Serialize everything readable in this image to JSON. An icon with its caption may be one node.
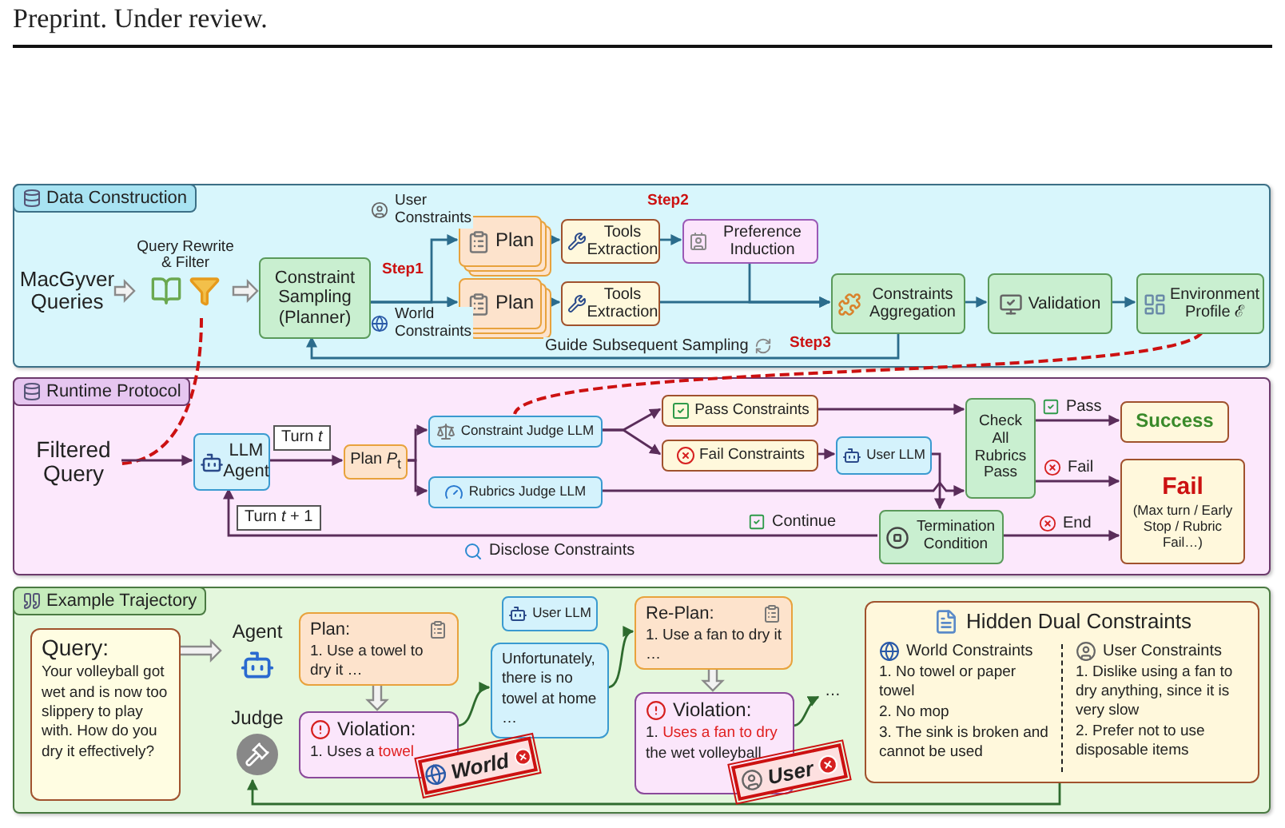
{
  "diagram": {
    "nodes": [
      {
        "text": [
          "Data Construction"
        ]
      },
      {
        "text": [
          "MacGyver Queries"
        ],
        "in": 0
      },
      {
        "text": [
          "Query Rewrite & Filter"
        ],
        "in": 0
      },
      {
        "text": [
          "Constraint Sampling (Planner)"
        ],
        "in": 0
      },
      {
        "text": [
          "Plan"
        ],
        "in": 0
      },
      {
        "text": [
          "Plan"
        ],
        "in": 0
      },
      {
        "text": [
          "Tools Extraction"
        ],
        "in": 0
      },
      {
        "text": [
          "Tools Extraction"
        ],
        "in": 0
      },
      {
        "text": [
          "Preference Induction"
        ],
        "in": 0
      },
      {
        "text": [
          "Constraints Aggregation"
        ],
        "in": 0
      },
      {
        "text": [
          "Validation"
        ],
        "in": 0
      },
      {
        "text": [
          "Environment Profile ℰ"
        ],
        "in": 0
      },
      {
        "text": [
          "Runtime Protocol"
        ]
      },
      {
        "text": [
          "Filtered Query"
        ],
        "in": 12
      },
      {
        "text": [
          "LLM Agent"
        ],
        "in": 12
      },
      {
        "text": [
          "Plan *P*$_{t}$"
        ],
        "in": 12
      },
      {
        "text": [
          "Constraint Judge LLM"
        ],
        "in": 12
      },
      {
        "text": [
          "Rubrics Judge LLM"
        ],
        "in": 12
      },
      {
        "text": [
          "Pass Constraints"
        ],
        "in": 12
      },
      {
        "text": [
          "Fail Constraints"
        ],
        "in": 12
      },
      {
        "text": [
          "User LLM"
        ],
        "in": 12
      },
      {
        "text": [
          "Check All Rubrics Pass"
        ],
        "in": 12
      },
      {
        "text": [
          "Success"
        ],
        "in": 12
      },
      {
        "text": [
          "Fail",
          "(Max turn / Early Stop / Rubric Fail…)"
        ],
        "in": 12
      },
      {
        "text": [
          "Termination Condition"
        ],
        "in": 12
      },
      {
        "text": [
          "Example Trajectory"
        ]
      },
      {
        "text": [
          "Query:",
          "Your volleyball got wet and is now too slippery to play with. How do you dry it effectively?"
        ],
        "in": 25
      },
      {
        "text": [
          "Agent"
        ],
        "in": 25
      },
      {
        "text": [
          "Judge"
        ],
        "in": 25
      },
      {
        "text": [
          "Plan:",
          "1. Use a towel to dry it …"
        ],
        "in": 25
      },
      {
        "text": [
          "Violation:",
          "1. Uses a *towel*"
        ],
        "in": 25
      },
      {
        "text": [
          "World"
        ],
        "in": 25
      },
      {
        "text": [
          "User LLM"
        ],
        "in": 25
      },
      {
        "text": [
          "Unfortunately, there is no towel at home …"
        ],
        "in": 25
      },
      {
        "text": [
          "Re-Plan:",
          "1. Use a fan to dry it …"
        ],
        "in": 25
      },
      {
        "text": [
          "Violation:",
          "1. *Uses a fan to dry* the wet volleyball"
        ],
        "in": 25
      },
      {
        "text": [
          "User"
        ],
        "in": 25
      },
      {
        "text": [
          "Hidden Dual Constraints",
          "World Constraints",
          "1. No towel or paper towel",
          "2. No mop",
          "3. The sink is broken and cannot be used",
          "User Constraints",
          "1. Dislike using a fan to dry anything, since it is very slow",
          "2. Prefer not to use disposable items"
        ],
        "in": 25
      }
    ],
    "edges": [
      {
        "from": 1,
        "to": 2,
        "arrow": "to",
        "style": "thick",
        "color": "#8a8a8a"
      },
      {
        "from": 2,
        "to": 3,
        "arrow": "to",
        "style": "thick",
        "color": "#8a8a8a"
      },
      {
        "from": 3,
        "to": 4,
        "arrow": "to",
        "label": "User Constraints",
        "color": "#2b6c8c"
      },
      {
        "from": 3,
        "to": 5,
        "arrow": "to",
        "label": "World Constraints",
        "color": "#2b6c8c"
      },
      {
        "from": 4,
        "to": 6,
        "arrow": "to",
        "color": "#2b6c8c"
      },
      {
        "from": 5,
        "to": 7,
        "arrow": "to",
        "color": "#2b6c8c"
      },
      {
        "from": 6,
        "to": 8,
        "arrow": "to",
        "color": "#2b6c8c"
      },
      {
        "from": 8,
        "to": 9,
        "arrow": "to",
        "color": "#2b6c8c"
      },
      {
        "from": 7,
        "to": 9,
        "arrow": "to",
        "color": "#2b6c8c"
      },
      {
        "from": 9,
        "to": 10,
        "arrow": "to",
        "color": "#2b6c8c"
      },
      {
        "from": 10,
        "to": 11,
        "arrow": "to",
        "color": "#2b6c8c"
      },
      {
        "from": 9,
        "to": 3,
        "arrow": "to",
        "label": "Guide Subsequent Sampling",
        "color": "#2b6c8c"
      },
      {
        "from": 2,
        "to": 13,
        "arrow": "none",
        "style": "dashed",
        "color": "#cc1111"
      },
      {
        "from": 11,
        "to": 16,
        "arrow": "none",
        "style": "dashed",
        "color": "#cc1111"
      },
      {
        "from": 13,
        "to": 14,
        "arrow": "to"
      },
      {
        "from": 14,
        "to": 15,
        "arrow": "to",
        "label": "Turn *t*"
      },
      {
        "from": 15,
        "to": 16,
        "arrow": "to"
      },
      {
        "from": 15,
        "to": 17,
        "arrow": "to"
      },
      {
        "from": 16,
        "to": 18,
        "arrow": "to"
      },
      {
        "from": 16,
        "to": 19,
        "arrow": "to"
      },
      {
        "from": 18,
        "to": 21,
        "arrow": "to"
      },
      {
        "from": 19,
        "to": 20,
        "arrow": "to"
      },
      {
        "from": 20,
        "to": 24,
        "arrow": "to"
      },
      {
        "from": 17,
        "to": 21,
        "arrow": "to"
      },
      {
        "from": 21,
        "to": 22,
        "arrow": "to",
        "label": "Pass"
      },
      {
        "from": 21,
        "to": 23,
        "arrow": "to",
        "label": "Fail"
      },
      {
        "from": 24,
        "to": 23,
        "arrow": "to",
        "label": "End"
      },
      {
        "from": 24,
        "to": 14,
        "arrow": "to",
        "label": "Continue"
      },
      {
        "from": 26,
        "to": 27,
        "arrow": "to",
        "style": "thick",
        "color": "#8a8a8a"
      },
      {
        "from": 29,
        "to": 30,
        "arrow": "to",
        "style": "thick",
        "color": "#8a8a8a"
      },
      {
        "from": 30,
        "to": 33,
        "arrow": "to",
        "color": "#2e6b2e"
      },
      {
        "from": 33,
        "to": 34,
        "arrow": "to",
        "color": "#2e6b2e"
      },
      {
        "from": 34,
        "to": 35,
        "arrow": "to",
        "style": "thick",
        "color": "#8a8a8a"
      },
      {
        "from": 35,
        "to": null,
        "arrow": "to",
        "label": "…",
        "color": "#2e6b2e"
      },
      {
        "from": 37,
        "to": 28,
        "arrow": "to",
        "color": "#2e6b2e"
      }
    ],
    "labels": [
      "Preprint. Under review.",
      "Step1",
      "Step2",
      "Step3",
      "Turn *t* + 1",
      "Disclose Constraints"
    ]
  }
}
